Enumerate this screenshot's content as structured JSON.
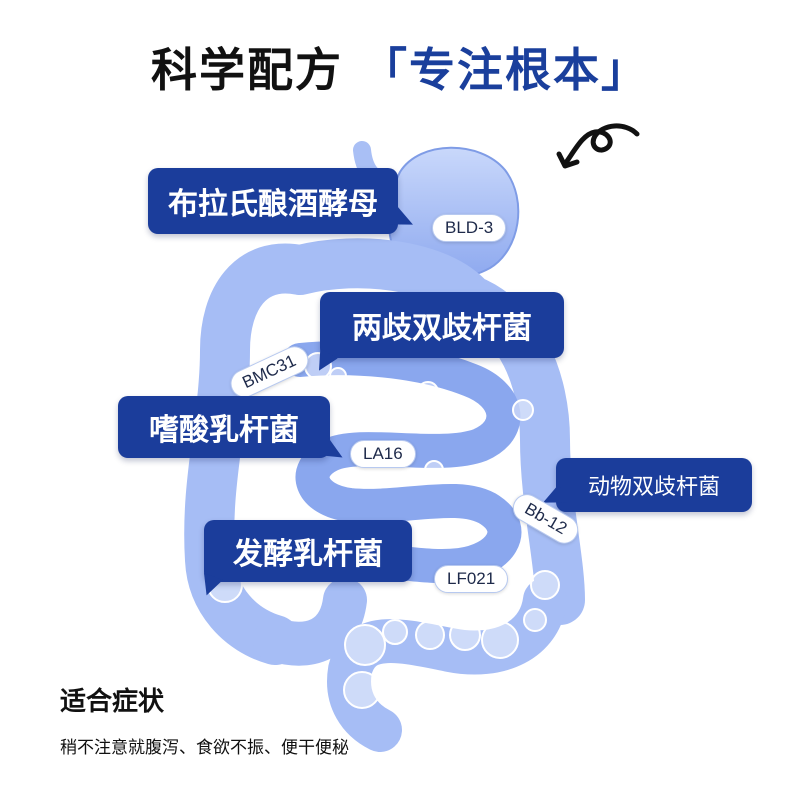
{
  "title": {
    "main": "科学配方",
    "accent": "「专注根本」"
  },
  "strains": [
    {
      "name": "布拉氏酿酒酵母",
      "code": "BLD-3"
    },
    {
      "name": "两歧双歧杆菌",
      "code": "BMC31"
    },
    {
      "name": "嗜酸乳杆菌",
      "code": "LA16"
    },
    {
      "name": "动物双歧杆菌",
      "code": "Bb-12"
    },
    {
      "name": "发酵乳杆菌",
      "code": "LF021"
    }
  ],
  "symptoms": {
    "heading": "适合症状",
    "text": "稍不注意就腹泻、食欲不振、便干便秘"
  },
  "colors": {
    "accent": "#1b3d9b",
    "organ_light": "#b8cbf7",
    "organ_mid": "#8aa7ee",
    "organ_dark": "#6d8ee0"
  },
  "icons": {
    "decoration": "curly-arrow-icon",
    "illustration": "digestive-system-illustration"
  }
}
